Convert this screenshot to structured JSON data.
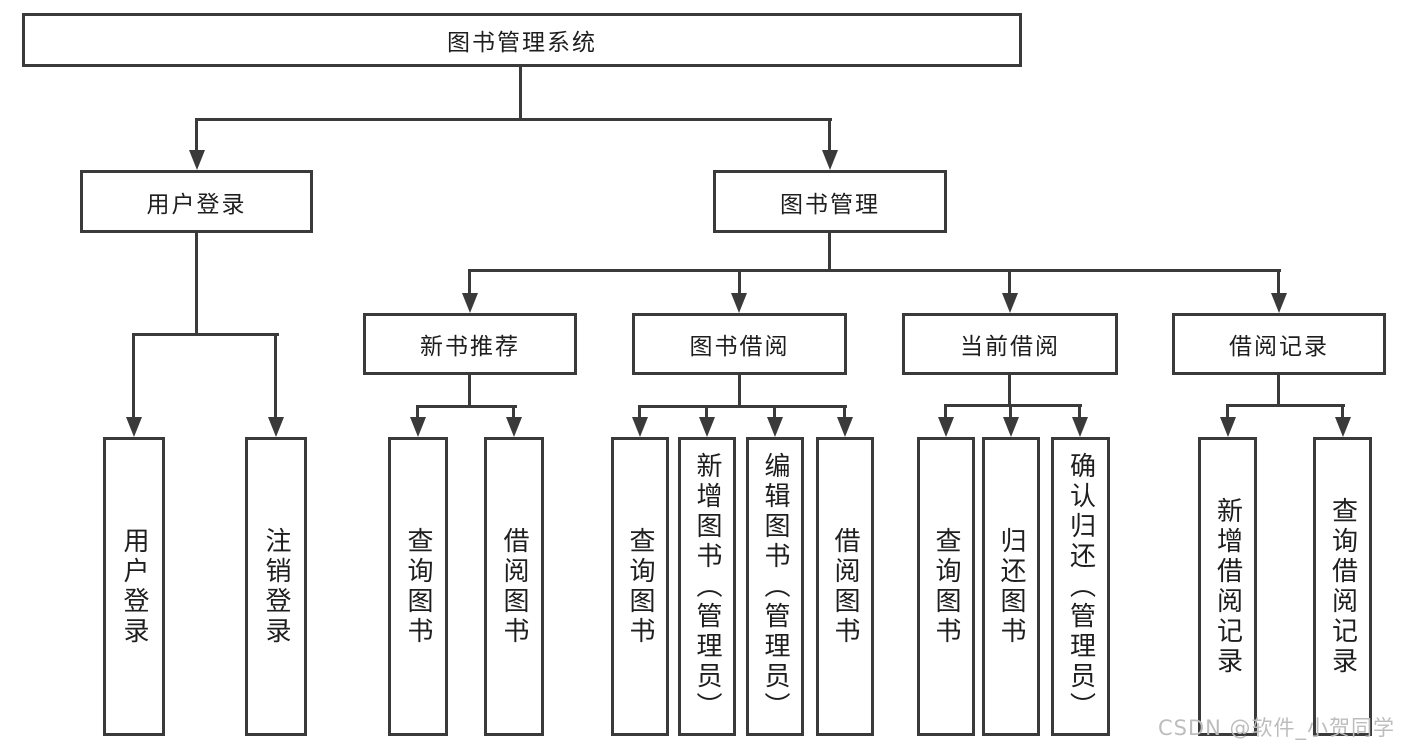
{
  "diagram": {
    "type": "hierarchy-tree",
    "root": {
      "label": "图书管理系统"
    },
    "level2": [
      {
        "label": "用户登录"
      },
      {
        "label": "图书管理"
      }
    ],
    "level3": [
      {
        "label": "新书推荐"
      },
      {
        "label": "图书借阅"
      },
      {
        "label": "当前借阅"
      },
      {
        "label": "借阅记录"
      }
    ],
    "leaves": [
      {
        "label": "用户登录",
        "parent": "用户登录"
      },
      {
        "label": "注销登录",
        "parent": "用户登录"
      },
      {
        "label": "查询图书",
        "parent": "新书推荐"
      },
      {
        "label": "借阅图书",
        "parent": "新书推荐"
      },
      {
        "label": "查询图书",
        "parent": "图书借阅"
      },
      {
        "label": "新增图书（管理员）",
        "parent": "图书借阅"
      },
      {
        "label": "编辑图书（管理员）",
        "parent": "图书借阅"
      },
      {
        "label": "借阅图书",
        "parent": "图书借阅"
      },
      {
        "label": "查询图书",
        "parent": "当前借阅"
      },
      {
        "label": "归还图书",
        "parent": "当前借阅"
      },
      {
        "label": "确认归还（管理员）",
        "parent": "当前借阅"
      },
      {
        "label": "新增借阅记录",
        "parent": "借阅记录"
      },
      {
        "label": "查询借阅记录",
        "parent": "借阅记录"
      }
    ]
  },
  "watermark": "CSDN @软件_小贺同学",
  "colors": {
    "line": "#3a3a3a",
    "text": "#1e1e1e",
    "background": "#ffffff",
    "watermark": "#bdbdbd"
  }
}
